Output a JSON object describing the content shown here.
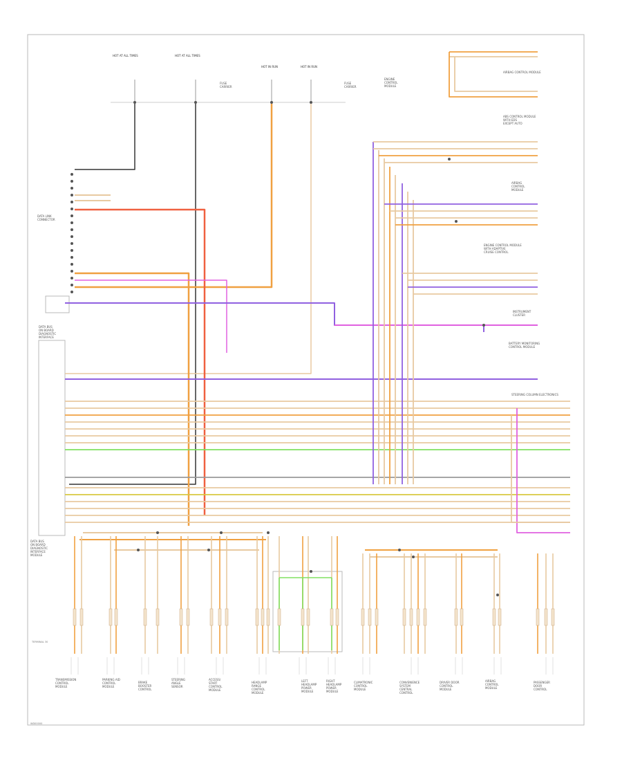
{
  "diagram": {
    "footer_code": "WD00000",
    "colors": {
      "frame": "#b9b9b9",
      "black": "#333333",
      "orange": "#f0a040",
      "tan": "#e8c9a0",
      "red": "#f06040",
      "violet": "#9060e0",
      "magenta": "#e060e0",
      "green": "#80e060",
      "yellow": "#d8c840",
      "gray": "#999999"
    },
    "fuses": [
      {
        "name": "HOT AT ALL TIMES"
      },
      {
        "name": "HOT AT ALL TIMES"
      },
      {
        "name": "HOT IN RUN"
      },
      {
        "name": "HOT IN RUN"
      }
    ],
    "top_labels": [
      {
        "text": "FUSE\nCARRIER"
      },
      {
        "text": "FUSE\nCARRIER"
      },
      {
        "text": "ENGINE\nCONTROL\nMODULE"
      }
    ],
    "left_labels": [
      {
        "text": "DATA LINK\nCONNECTOR"
      },
      {
        "text": "DATA BUS\nON BOARD\nDIAGNOSTIC\nINTERFACE"
      },
      {
        "text": "DATA BUS\nON BOARD\nDIAGNOSTIC\nINTERFACE\nMODULE"
      }
    ],
    "right_labels": [
      {
        "text": "AIRBAG CONTROL MODULE"
      },
      {
        "text": "ABS CONTROL MODULE\nWITH EDS\nEXCEPT AUTO"
      },
      {
        "text": "AIRBAG\nCONTROL\nMODULE"
      },
      {
        "text": "ENGINE CONTROL MODULE\nWITH ADAPTIVE\nCRUISE CONTROL"
      },
      {
        "text": "INSTRUMENT\nCLUSTER"
      },
      {
        "text": "BATTERY MONITORING\nCONTROL MODULE"
      },
      {
        "text": "STEERING COLUMN ELECTRONICS"
      }
    ],
    "bottom_components": [
      {
        "name": "TRANSMISSION\nCONTROL\nMODULE"
      },
      {
        "name": "PARKING AID\nCONTROL\nMODULE"
      },
      {
        "name": "BRAKE\nBOOSTER\nCONTROL"
      },
      {
        "name": "STEERING\nANGLE\nSENSOR"
      },
      {
        "name": "ACCESS/\nSTART\nCONTROL\nMODULE"
      },
      {
        "name": "HEADLAMP\nRANGE\nCONTROL\nMODULE"
      },
      {
        "name": "LEFT\nHEADLAMP\nPOWER\nMODULE"
      },
      {
        "name": "RIGHT\nHEADLAMP\nPOWER\nMODULE"
      },
      {
        "name": "CLIMATRONIC\nCONTROL\nMODULE"
      },
      {
        "name": "CONVENIENCE\nSYSTEM\nCENTRAL\nCONTROL"
      },
      {
        "name": "DRIVER DOOR\nCONTROL\nMODULE"
      },
      {
        "name": "AIRBAG\nCONTROL\nMODULE"
      },
      {
        "name": "PASSENGER\nDOOR\nCONTROL"
      }
    ],
    "terminal_tag": "TERMINAL 30"
  }
}
